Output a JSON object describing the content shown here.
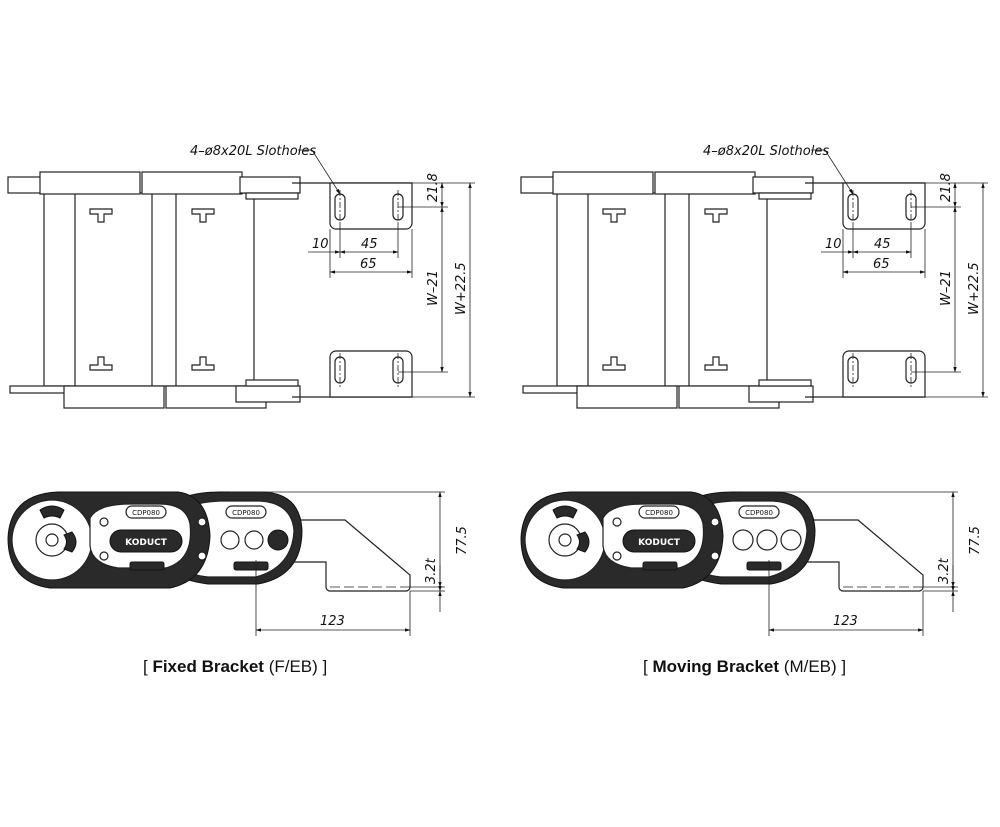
{
  "diagrams": [
    {
      "id": "fixed",
      "caption_open": "[ ",
      "caption_main": "Fixed Bracket",
      "caption_code": "(F/EB)",
      "caption_close": " ]",
      "slot_label": "4–ø8x20L Slotholes",
      "dims": {
        "d10": "10",
        "d45": "45",
        "d65": "65",
        "d21_8": "21.8",
        "w21": "W–21",
        "w22_5": "W+22.5",
        "d77_5": "77.5",
        "d3_2": "3.2t",
        "d123": "123"
      },
      "brand": "KODUCT",
      "model": "CDP080"
    },
    {
      "id": "moving",
      "caption_open": "[ ",
      "caption_main": "Moving Bracket",
      "caption_code": "(M/EB)",
      "caption_close": " ]",
      "slot_label": "4–ø8x20L Slotholes",
      "dims": {
        "d10": "10",
        "d45": "45",
        "d65": "65",
        "d21_8": "21.8",
        "w21": "W–21",
        "w22_5": "W+22.5",
        "d77_5": "77.5",
        "d3_2": "3.2t",
        "d123": "123"
      },
      "brand": "KODUCT",
      "model": "CDP080"
    }
  ]
}
